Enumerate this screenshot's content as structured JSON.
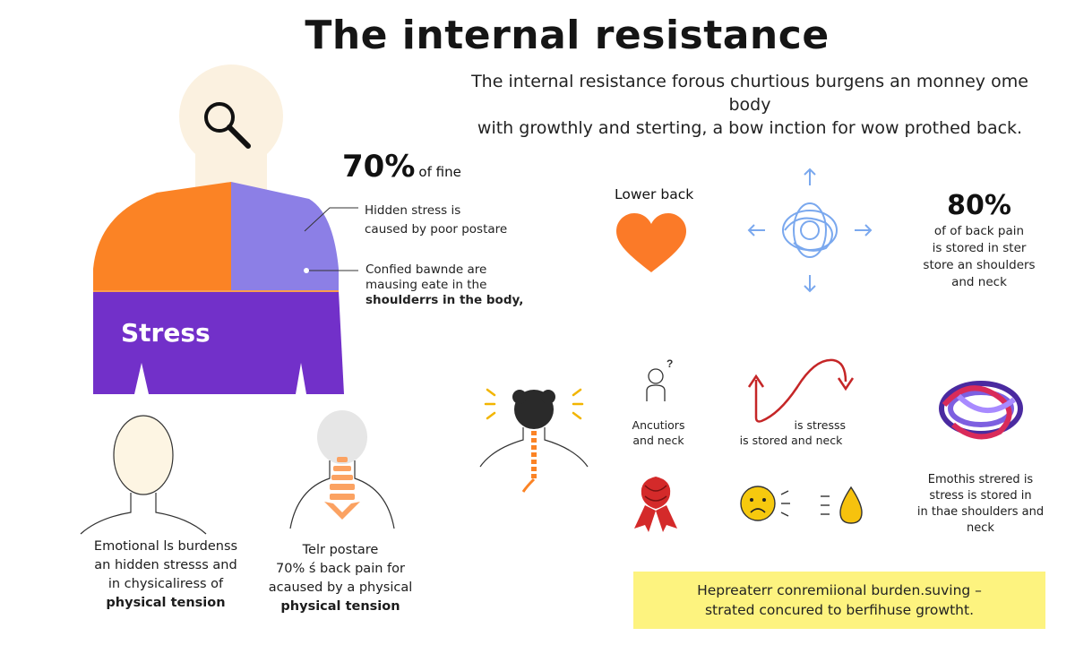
{
  "title": "The internal resistance",
  "intro": [
    "The internal resistance forous churtious burgens an monney ome body",
    "with growthly and sterting, a bow inction for wow prothed back."
  ],
  "stat70": {
    "number": "70%",
    "suffix": "of fine"
  },
  "callout_hidden": [
    "Hidden stress is",
    "caused by poor postare"
  ],
  "callout_confined": [
    "Confied bawnde are",
    "mausing eate in the",
    "shoulderrs in the body,"
  ],
  "torso_label": "Stress",
  "lower_back": "Lower back",
  "stat80": {
    "number": "80%",
    "caption": [
      "of of back pain",
      "is stored in ster",
      "store an shoulders",
      "and neck"
    ]
  },
  "ancutiors": [
    "Ancutiors",
    "and neck"
  ],
  "is_stressed": [
    "is stresss",
    "is stored and neck"
  ],
  "emotional": [
    "Emotional ls burdenss",
    "an hidden stresss and",
    "in chysicaliress of",
    "physical tension"
  ],
  "posture": [
    "Telr postare",
    "70% ś back pain for",
    "acaused by a physical",
    "physical tension"
  ],
  "right_note": [
    "Emothis strered is",
    "stress is stored in",
    "in thae shoulders and",
    "neck"
  ],
  "banner": [
    "Hepreaterr conremiional burden.suving –",
    "strated concured to berfihuse growtht."
  ],
  "question_mark": "?",
  "icons": [
    "search-icon",
    "heart-icon",
    "knot-arrows-icon",
    "glowing-head-spine-icon",
    "person-question-icon",
    "curved-arrows-icon",
    "tangled-knot-icon",
    "ribbon-knot-icon",
    "sad-face-icon",
    "drop-icon"
  ],
  "colors": {
    "orange": "#fb8325",
    "lavender": "#8c7fe6",
    "purple": "#7230c9",
    "heart": "#fb7a28",
    "banner": "#fdf37f",
    "knot_blue": "#7aa8ee",
    "red": "#c52627"
  }
}
